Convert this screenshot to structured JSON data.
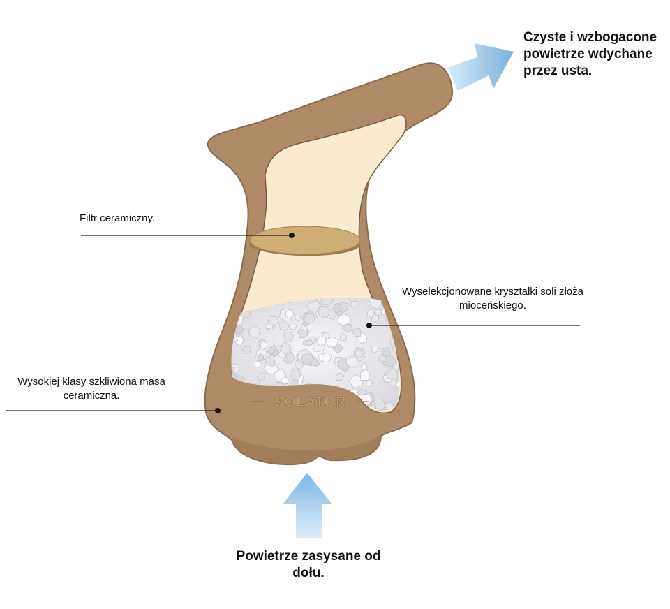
{
  "labels": {
    "outflow": "Czyste i wzbogacone powietrze wdychane przez usta.",
    "filter": "Filtr ceramiczny.",
    "salt": "Wyselekcjonowane kryształki soli złoża mioceńskiego.",
    "ceramic": "Wysokiej klasy szkliwiona masa ceramiczna.",
    "inflow": "Powietrze zasysane od dołu."
  },
  "brand": "SOLATOR",
  "colors": {
    "body": "#ae8a66",
    "body_dark": "#8b6a4c",
    "interior": "#f9ead0",
    "filter": "#cfae73",
    "salt": "#e9e9ee",
    "arrow": "#8ec2e6"
  }
}
